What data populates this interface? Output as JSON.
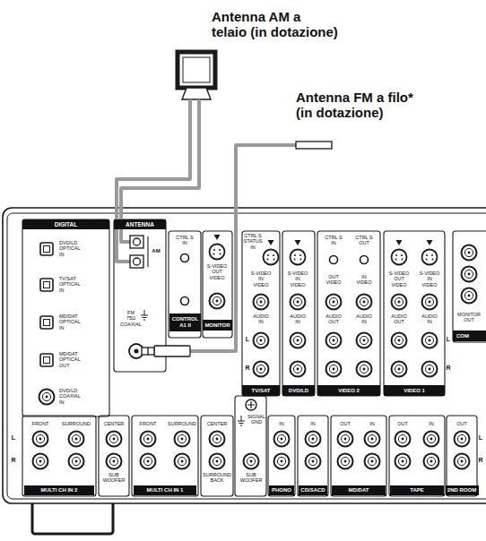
{
  "diagram": {
    "nodes": [
      {
        "text": [
          "DIGITAL"
        ]
      },
      {
        "text": [
          "ANTENNA"
        ]
      },
      {
        "text": [
          "CONTROL A1 II"
        ]
      },
      {
        "text": [
          "MONITOR"
        ]
      },
      {
        "text": [
          "TV/SAT"
        ]
      },
      {
        "text": [
          "DVD/LD"
        ]
      },
      {
        "text": [
          "VIDEO 2"
        ]
      },
      {
        "text": [
          "VIDEO 1"
        ]
      },
      {
        "text": [
          "COM"
        ]
      },
      {
        "text": [
          "MULTI CH IN 2"
        ]
      },
      {
        "text": [
          "MULTI CH IN 1"
        ]
      },
      {
        "text": [
          "PHONO"
        ]
      },
      {
        "text": [
          "CD/SACD"
        ]
      },
      {
        "text": [
          "MD/DAT"
        ]
      },
      {
        "text": [
          "TAPE"
        ]
      },
      {
        "text": [
          "2ND ROOM"
        ]
      }
    ],
    "labels": [
      "Antenna AM a telaio (in dotazione)",
      "Antenna FM a filo* (in dotazione)",
      "DVD/LD OPTICAL IN",
      "TV/SAT OPTICAL IN",
      "MD/DAT OPTICAL IN",
      "MD/DAT OPTICAL OUT",
      "DVD/LD COAXIAL IN",
      "AM",
      "FM 75Ω COAXIAL",
      "CTRL S IN",
      "S-VIDEO OUT VIDEO",
      "CTRL S STATUS IN",
      "CTRL S IN",
      "CTRL S OUT",
      "S-VIDEO IN VIDEO",
      "S-VIDEO IN VIDEO",
      "OUT VIDEO",
      "IN VIDEO",
      "S-VIDEO OUT VIDEO",
      "S-VIDEO IN VIDEO",
      "AUDIO IN",
      "AUDIO IN",
      "AUDIO OUT",
      "AUDIO IN",
      "AUDIO OUT",
      "AUDIO IN",
      "L",
      "R",
      "L",
      "R",
      "MONITOR OUT",
      "FRONT",
      "SURROUND",
      "CENTER",
      "FRONT",
      "SURROUND",
      "CENTER",
      "L",
      "R",
      "SUB WOOFER",
      "SURROUND BACK",
      "SUB WOOFER",
      "SIGNAL GND",
      "IN",
      "IN",
      "OUT",
      "IN",
      "OUT",
      "IN",
      "OUT",
      "L",
      "R"
    ]
  }
}
